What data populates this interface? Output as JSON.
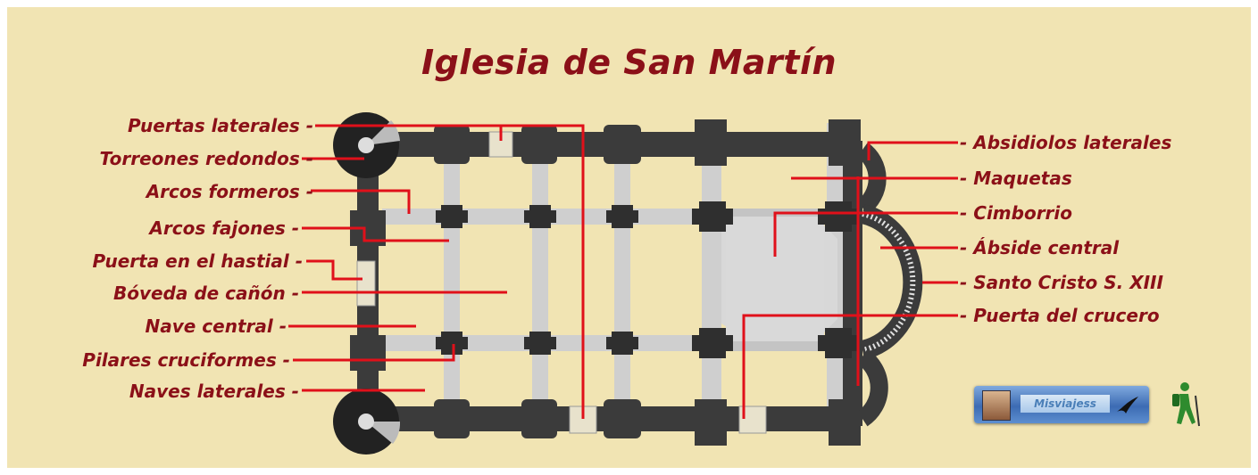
{
  "title": "Iglesia de San Martín",
  "labels_left": [
    "Puertas laterales -",
    "Torreones redondos -",
    "Arcos formeros -",
    "Arcos fajones -",
    "Puerta en el hastial -",
    "Bóveda de cañón -",
    "Nave central -",
    "Pilares cruciformes -",
    "Naves laterales -"
  ],
  "labels_right": [
    "- Absidiolos laterales",
    "- Maquetas",
    "- Cimborrio",
    "- Ábside central",
    "- Santo Cristo S. XIII",
    "- Puerta del crucero"
  ],
  "badge_text": "Misviajess",
  "colors": {
    "background": "#f1e4b3",
    "label": "#8b1018",
    "leader_line": "#e0101a",
    "wall": "#3b3b3b",
    "arch": "#c9c9c9"
  },
  "icons": [
    "profile-photo-icon",
    "bird-icon",
    "hiker-icon"
  ]
}
